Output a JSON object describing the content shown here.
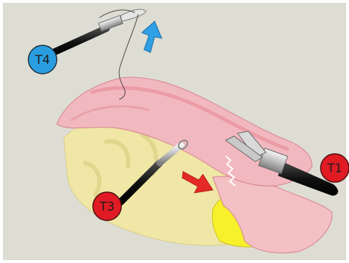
{
  "labels": {
    "t1": "T1",
    "t3": "T3",
    "t4": "T4"
  },
  "colors": {
    "background": "#deddd4",
    "red_marker": "#e01b24",
    "blue_marker": "#2a9de0",
    "arrow_red": "#e42a25",
    "arrow_blue": "#2f9fe6",
    "tissue_pink": "#f2b8bf",
    "fat_yellow": "#f0e7a6",
    "bright_yellow": "#f6f12a"
  },
  "icons": {
    "t1": "grasper-instrument-icon",
    "t3": "grasper-instrument-icon",
    "t4": "needle-driver-icon",
    "arrow_red": "arrow-right-down-icon",
    "arrow_blue": "arrow-up-icon"
  }
}
